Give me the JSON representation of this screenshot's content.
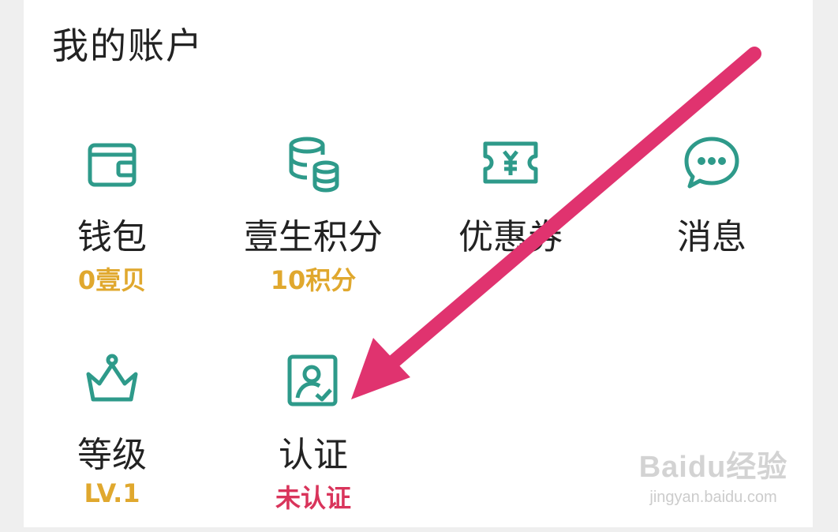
{
  "account": {
    "title": "我的账户"
  },
  "tiles": [
    {
      "label": "钱包",
      "sub": "0壹贝",
      "icon": "wallet-icon"
    },
    {
      "label": "壹生积分",
      "sub": "10积分",
      "icon": "coins-icon"
    },
    {
      "label": "优惠券",
      "sub": "",
      "icon": "coupon-icon"
    },
    {
      "label": "消息",
      "sub": "",
      "icon": "message-icon"
    },
    {
      "label": "等级",
      "sub": "LV.1",
      "icon": "crown-icon"
    },
    {
      "label": "认证",
      "sub": "未认证",
      "icon": "verify-icon"
    }
  ],
  "colors": {
    "icon": "#2e9a8a",
    "sub_gold": "#e0a82e",
    "sub_red": "#d9345b",
    "annotation_arrow": "#e0336f"
  },
  "watermark": {
    "logo": "Baidu经验",
    "url": "jingyan.baidu.com"
  }
}
